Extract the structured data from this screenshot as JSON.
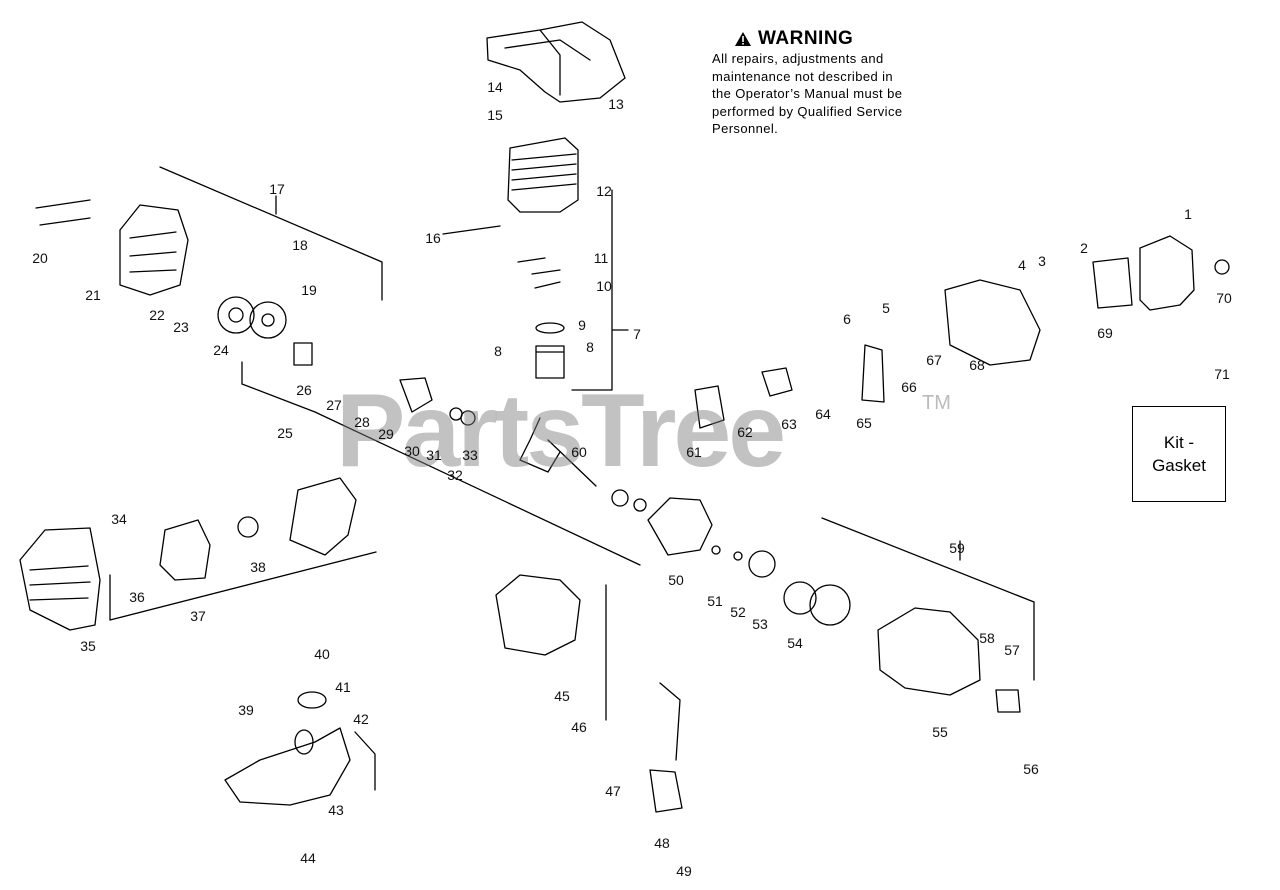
{
  "warning": {
    "title": "WARNING",
    "lines": [
      "All repairs, adjustments and",
      "maintenance not described in",
      "the Operator’s Manual must be",
      "performed by Qualified Service",
      "Personnel."
    ]
  },
  "kit_box": {
    "line1": "Kit -",
    "line2": "Gasket"
  },
  "watermark": {
    "text": "PartsTree",
    "tm": "TM"
  },
  "part_numbers": {
    "n1": "1",
    "n2": "2",
    "n3": "3",
    "n4": "4",
    "n5": "5",
    "n6": "6",
    "n7": "7",
    "n8a": "8",
    "n8b": "8",
    "n9": "9",
    "n10": "10",
    "n11": "11",
    "n12": "12",
    "n13": "13",
    "n14": "14",
    "n15": "15",
    "n16": "16",
    "n17": "17",
    "n18": "18",
    "n19": "19",
    "n20": "20",
    "n21": "21",
    "n22": "22",
    "n23": "23",
    "n24": "24",
    "n25": "25",
    "n26": "26",
    "n27": "27",
    "n28": "28",
    "n29": "29",
    "n30": "30",
    "n31": "31",
    "n32": "32",
    "n33": "33",
    "n34": "34",
    "n35": "35",
    "n36": "36",
    "n37": "37",
    "n38": "38",
    "n39": "39",
    "n40": "40",
    "n41": "41",
    "n42": "42",
    "n43": "43",
    "n44": "44",
    "n45": "45",
    "n46": "46",
    "n47": "47",
    "n48": "48",
    "n49": "49",
    "n50": "50",
    "n51": "51",
    "n52": "52",
    "n53": "53",
    "n54": "54",
    "n55": "55",
    "n56": "56",
    "n57": "57",
    "n58": "58",
    "n59": "59",
    "n60": "60",
    "n61": "61",
    "n62": "62",
    "n63": "63",
    "n64": "64",
    "n65": "65",
    "n66": "66",
    "n67": "67",
    "n68": "68",
    "n69": "69",
    "n70": "70",
    "n71": "71"
  },
  "colors": {
    "line": "#000000",
    "watermark": "#787878",
    "background": "#ffffff"
  }
}
